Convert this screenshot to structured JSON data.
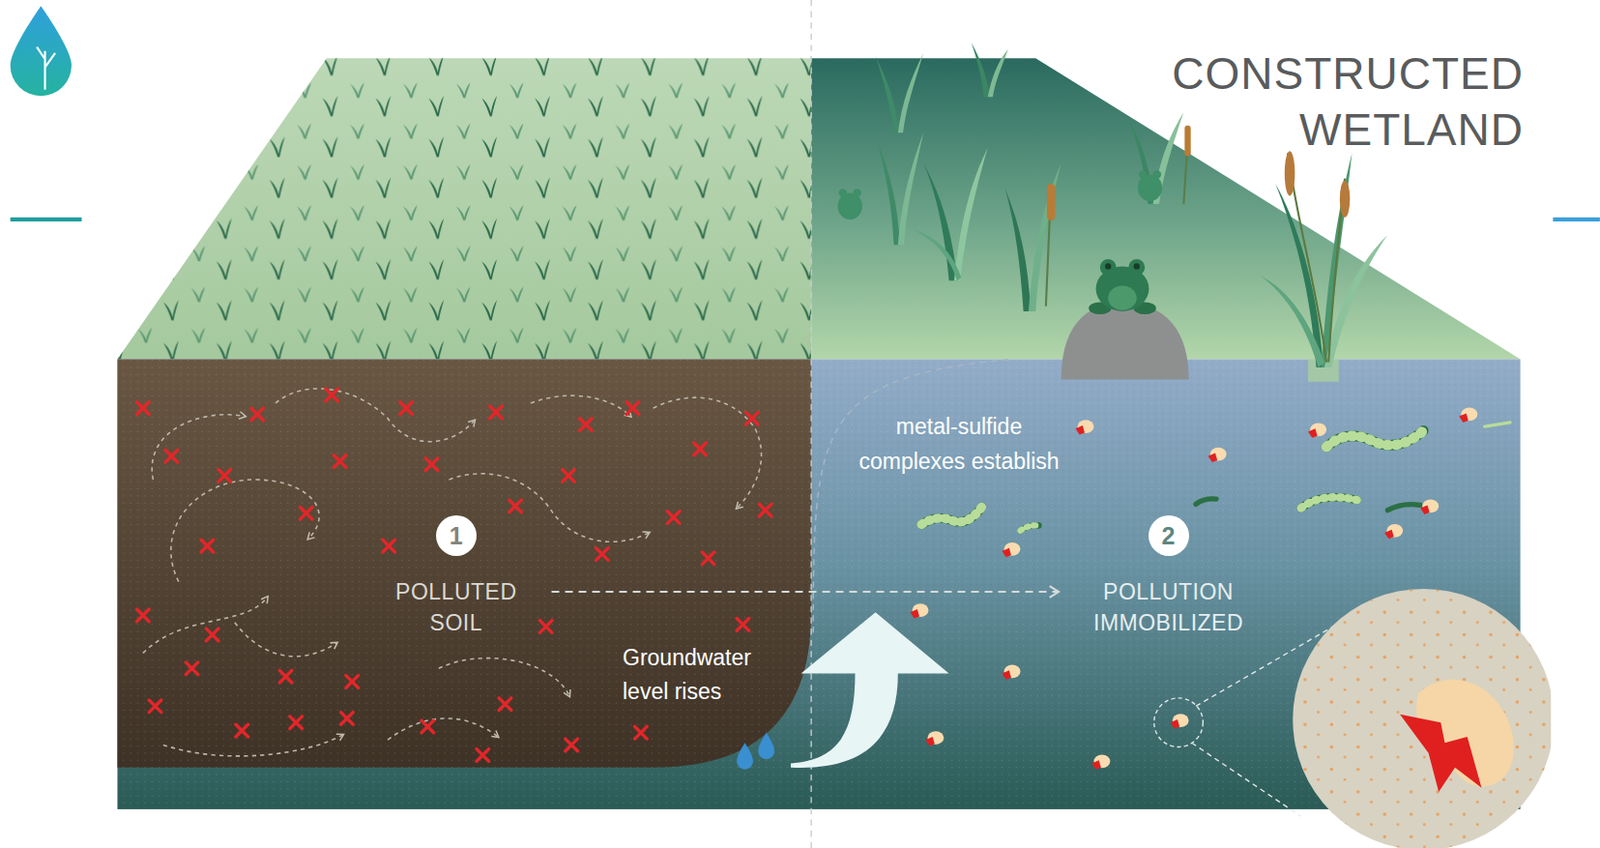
{
  "diagram": {
    "title": "CONSTRUCTED WETLAND",
    "nodes": [
      {
        "text": [
          "1",
          "POLLUTED SOIL"
        ]
      },
      {
        "text": [
          "2",
          "POLLUTION IMMOBILIZED"
        ]
      }
    ],
    "edges": [
      {
        "from": 0,
        "to": 1,
        "arrow": "to"
      }
    ],
    "labels": [
      "metal-sulfide complexes establish",
      "Groundwater level rises"
    ]
  }
}
